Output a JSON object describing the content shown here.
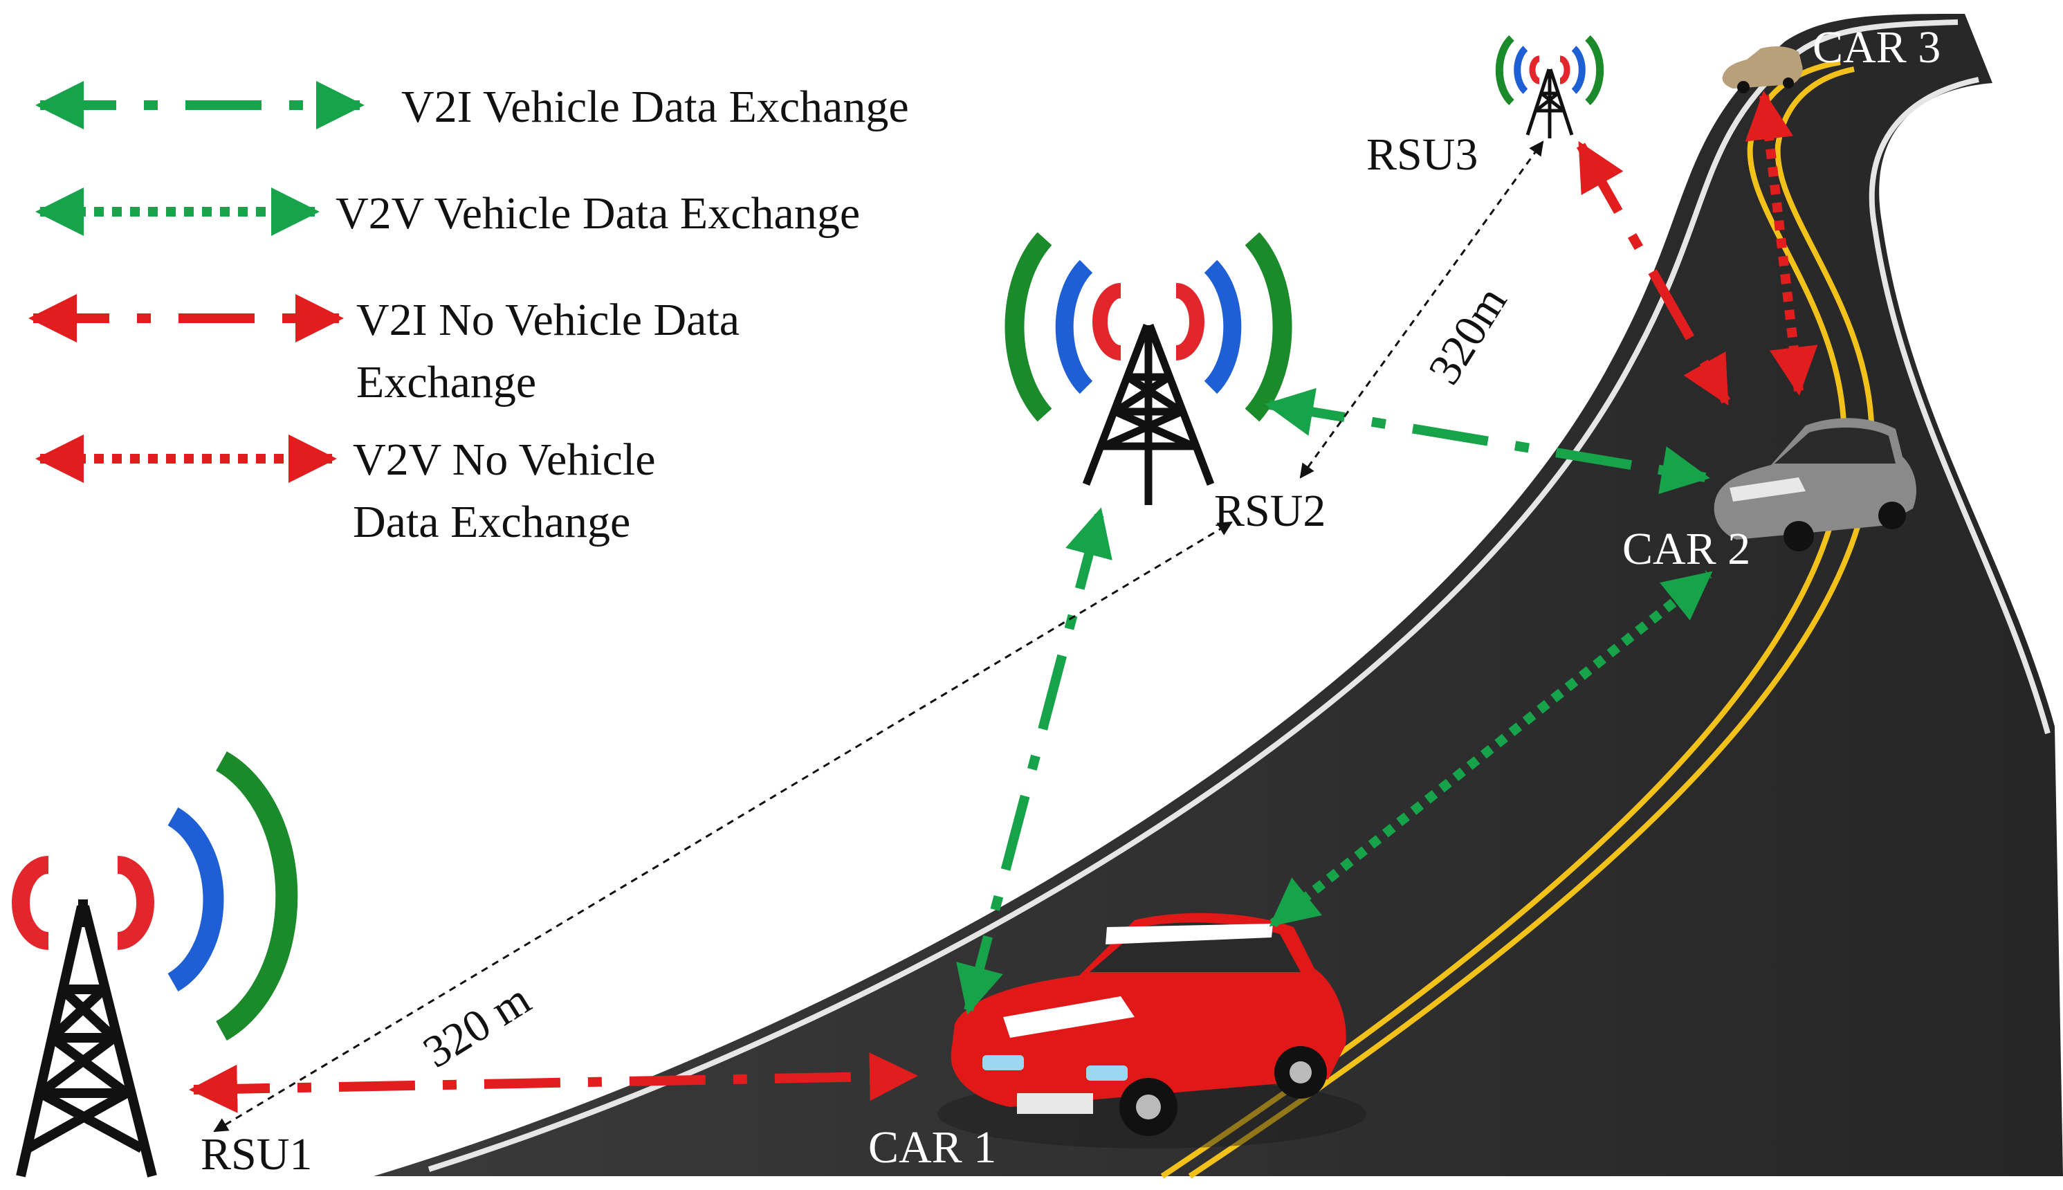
{
  "legend": {
    "items": [
      {
        "lines": [
          "V2I Vehicle Data Exchange"
        ],
        "color": "#16a34a",
        "style": "dash-dot"
      },
      {
        "lines": [
          "V2V Vehicle Data Exchange"
        ],
        "color": "#16a34a",
        "style": "dotted"
      },
      {
        "lines": [
          "V2I No Vehicle Data",
          "Exchange"
        ],
        "color": "#e11d1d",
        "style": "dash-dot"
      },
      {
        "lines": [
          "V2V No Vehicle",
          "Data Exchange"
        ],
        "color": "#e11d1d",
        "style": "dotted"
      }
    ]
  },
  "rsus": {
    "rsu1": "RSU1",
    "rsu2": "RSU2",
    "rsu3": "RSU3"
  },
  "cars": {
    "car1": "CAR 1",
    "car2": "CAR 2",
    "car3": "CAR 3"
  },
  "distances": {
    "rsu1_rsu2": "320 m",
    "rsu2_rsu3": "320m"
  },
  "colors": {
    "green": "#16a34a",
    "red": "#e11d1d",
    "road": "#2e2e2e",
    "lane_yellow": "#f2c21b",
    "signal_red": "#e3262b",
    "signal_blue": "#1f5fd6",
    "signal_green": "#1b8a2a"
  }
}
